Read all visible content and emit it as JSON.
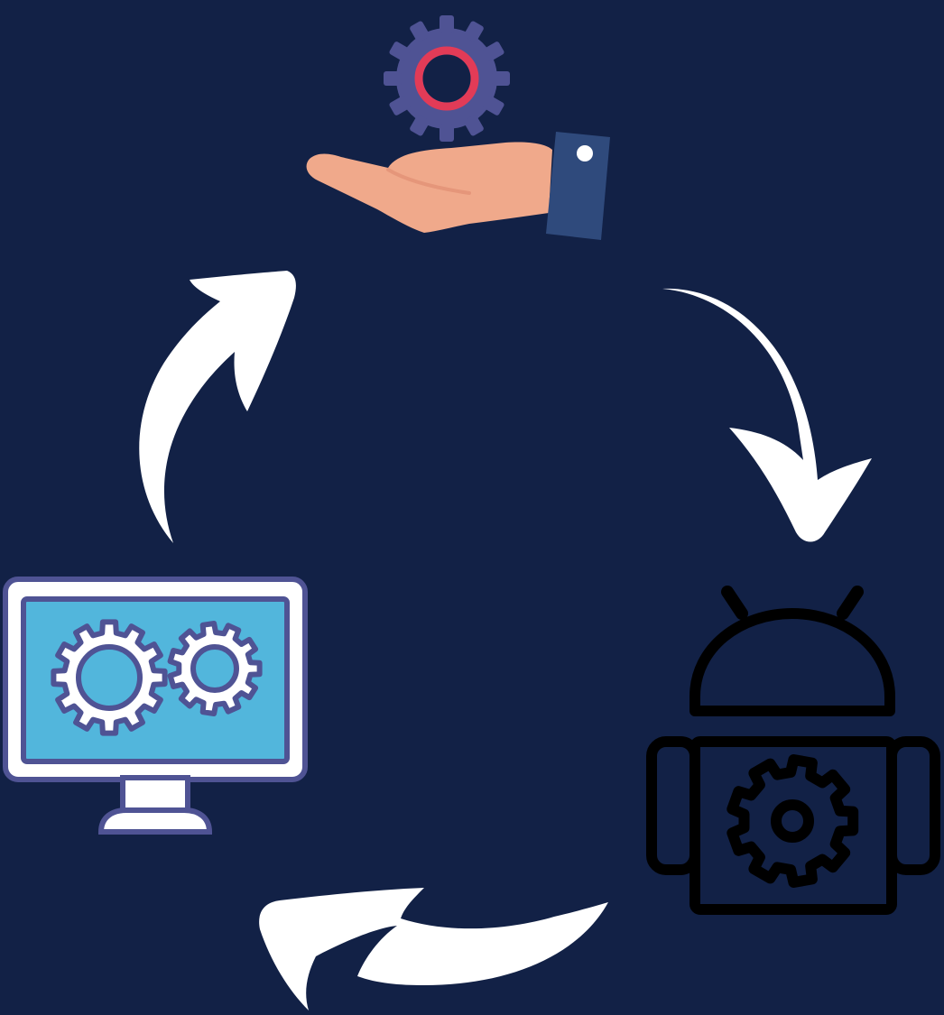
{
  "diagram": {
    "type": "cycle",
    "node_count": 3,
    "arrow_count": 3,
    "direction": "clockwise"
  },
  "colors": {
    "background": "#122146",
    "arrow": "#ffffff",
    "gear_purple": "#4f5394",
    "ring_red": "#e23b57",
    "hand_skin": "#f0a98b",
    "sleeve": "#2f4a7c",
    "screen_blue": "#52b6dc",
    "robot_outline": "#000000"
  },
  "nodes": [
    {
      "id": "hand-gear",
      "icon": "hand-holding-gear-icon",
      "position": "top"
    },
    {
      "id": "android-robot",
      "icon": "android-robot-gear-icon",
      "position": "bottom-right"
    },
    {
      "id": "monitor-gears",
      "icon": "monitor-gears-icon",
      "position": "bottom-left"
    }
  ],
  "arrows": [
    {
      "from": "hand-gear",
      "to": "android-robot"
    },
    {
      "from": "android-robot",
      "to": "monitor-gears"
    },
    {
      "from": "monitor-gears",
      "to": "hand-gear"
    }
  ]
}
